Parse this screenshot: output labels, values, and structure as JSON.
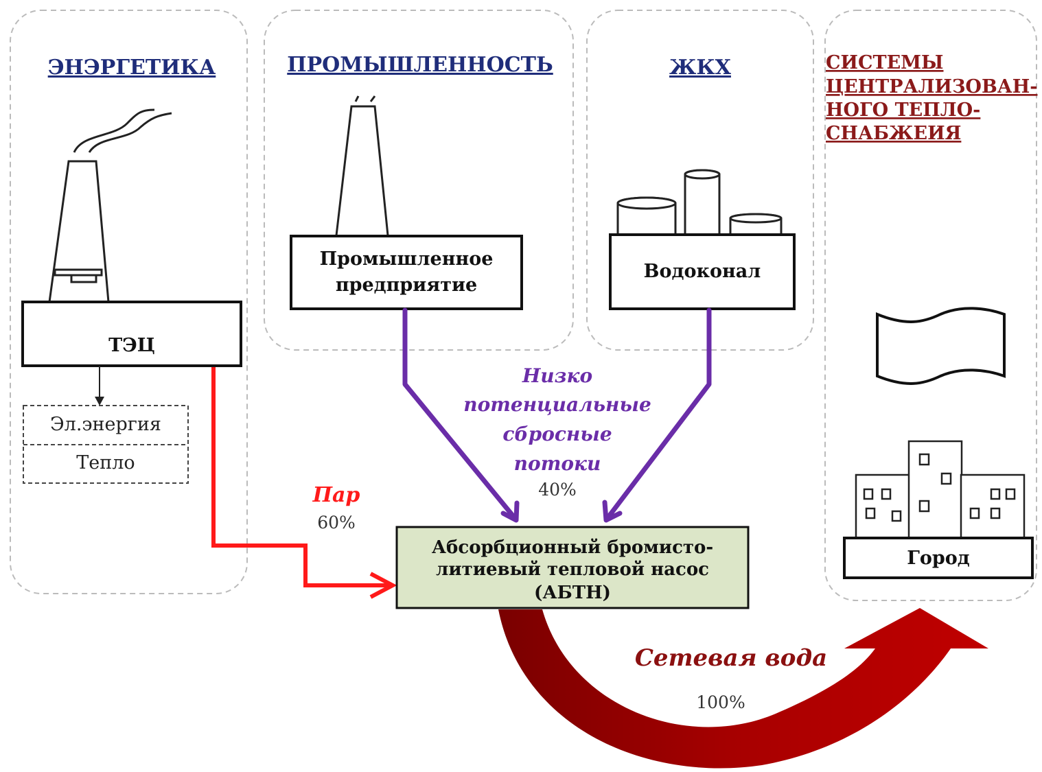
{
  "sections": {
    "energy": {
      "title": "ЭНЭРГЕТИКА"
    },
    "industry": {
      "title": "ПРОМЫШЛЕННОСТЬ"
    },
    "housing": {
      "title": "ЖКХ"
    },
    "heating": {
      "title_lines": [
        "СИСТЕМЫ",
        "ЦЕНТРАЛИЗОВАН-",
        "НОГО ТЕПЛО-",
        "СНАБЖЕИЯ"
      ]
    }
  },
  "nodes": {
    "chp": "ТЭЦ",
    "chp_outputs": [
      "Эл.энергия",
      "Тепло"
    ],
    "industrial_plant_lines": [
      "Промышленное",
      "предприятие"
    ],
    "water_utility": "Водоконал",
    "heat_pump_lines": [
      "Абсорбционный бромисто-",
      "литиевый тепловой насос",
      "(АБТН)"
    ],
    "city": "Город"
  },
  "flows": {
    "steam": {
      "label": "Пар",
      "percent": "60%"
    },
    "waste_streams": {
      "label_lines": [
        "Низко",
        "потенциальные",
        "сбросные",
        "потоки"
      ],
      "percent": "40%"
    },
    "network_water": {
      "label": "Сетевая вода",
      "percent": "100%"
    }
  },
  "colors": {
    "title_blue": "#1F2D7A",
    "title_red": "#8B1A1A",
    "steam_red": "#FF1A1A",
    "waste_purple": "#6A2DA8",
    "network_red": "#A50000",
    "heat_pump_fill": "#DCE6C8",
    "section_border": "#BBBBBB"
  }
}
